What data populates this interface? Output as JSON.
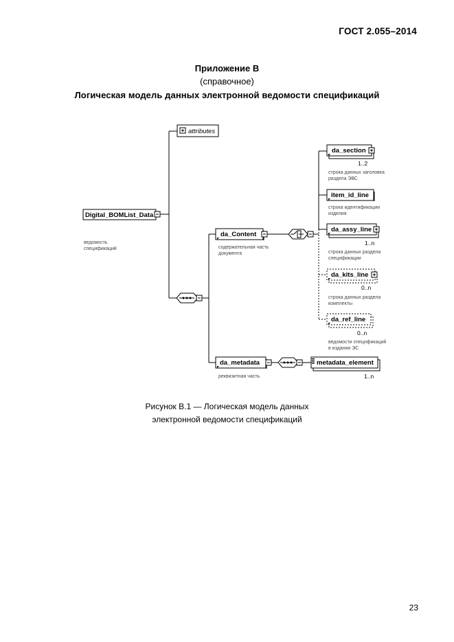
{
  "header": {
    "standard_id": "ГОСТ 2.055–2014"
  },
  "appendix": {
    "title": "Приложение В",
    "status": "(справочное)",
    "name": "Логическая модель данных электронной ведомости спецификаций"
  },
  "diagram": {
    "root": {
      "name": "Digital_BOMList_Data",
      "note": [
        "ведомость",
        "спецификаций"
      ]
    },
    "attributes": {
      "name": "attributes"
    },
    "content": {
      "name": "da_Content",
      "note": [
        "содержательная часть",
        "документа"
      ]
    },
    "metadata": {
      "name": "da_metadata",
      "note": [
        "реквизитная часть"
      ]
    },
    "metadata_element": {
      "name": "metadata_element",
      "mult": "1..n"
    },
    "children": [
      {
        "name": "da_section",
        "mult": "1..2",
        "note": [
          "строка данных заголовка",
          "раздела ЭВС"
        ]
      },
      {
        "name": "item_id_line",
        "mult": "",
        "note": [
          "строка идентификации",
          "изделия"
        ]
      },
      {
        "name": "da_assy_line",
        "mult": "1..n",
        "note": [
          "строка данных раздела",
          "спецификации"
        ]
      },
      {
        "name": "da_kits_line",
        "mult": "0..n",
        "note": [
          "строка данных раздела",
          "комплекты"
        ]
      },
      {
        "name": "da_ref_line",
        "mult": "0..n",
        "note": [
          "ведомости спецификаций",
          "в издании ЭС"
        ]
      }
    ]
  },
  "figure": {
    "caption_line1": "Рисунок В.1 — Логическая модель данных",
    "caption_line2": "электронной ведомости спецификаций"
  },
  "page": {
    "number": "23"
  }
}
